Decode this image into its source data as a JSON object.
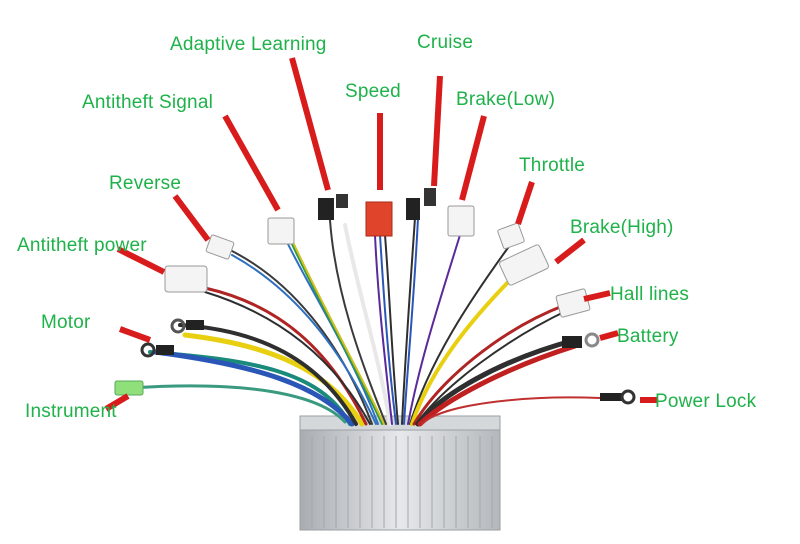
{
  "labels": {
    "adaptive_learning": "Adaptive Learning",
    "cruise": "Cruise",
    "speed": "Speed",
    "antitheft_signal": "Antitheft Signal",
    "brake_low": "Brake(Low)",
    "throttle": "Throttle",
    "reverse": "Reverse",
    "brake_high": "Brake(High)",
    "antitheft_power": "Antitheft power",
    "hall_lines": "Hall lines",
    "motor": "Motor",
    "battery": "Battery",
    "instrument": "Instrument",
    "power_lock": "Power Lock"
  },
  "colors": {
    "label_text": "#1fb24a",
    "pointer": "#d81c1c",
    "controller_body": "#c9ccd0"
  }
}
